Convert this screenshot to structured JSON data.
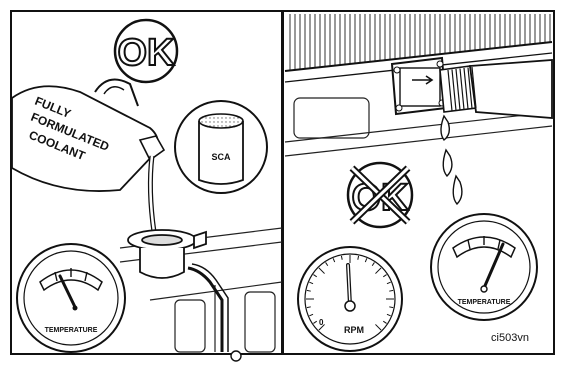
{
  "left_panel": {
    "ok_label": "OK",
    "jug_text": [
      "FULLY",
      "FORMULATED",
      "COOLANT"
    ],
    "filter_label": "SCA",
    "gauge_label": "TEMPERATURE"
  },
  "right_panel": {
    "ok_label": "OK",
    "rpm_gauge_label": "RPM",
    "rpm_zero": "0",
    "temp_gauge_label": "TEMPERATURE"
  },
  "figure_id": "ci503vn"
}
